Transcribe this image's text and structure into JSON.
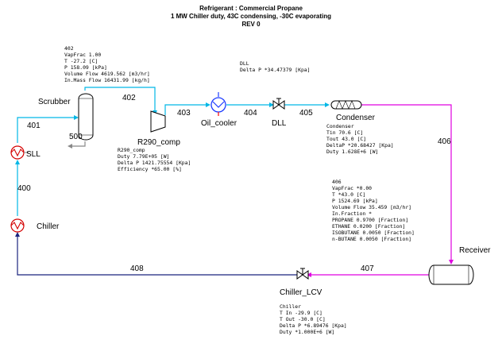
{
  "header": {
    "line1": "Refrigerant : Commercial Propane",
    "line2": "1 MW Chiller duty, 43C condensing, -30C evaporating",
    "line3": "REV 0"
  },
  "colors": {
    "stream_cyan": "#00b7e6",
    "stream_magenta": "#e000e0",
    "stream_navy": "#1a237e",
    "hx_red": "#d40000",
    "cooler_blue": "#1e3cff",
    "cooler_red": "#ff0000"
  },
  "units": {
    "scrubber": "Scrubber",
    "sll": "SLL",
    "chiller": "Chiller",
    "compressor": "R290_comp",
    "oil_cooler": "Oil_cooler",
    "dll": "DLL",
    "condenser": "Condenser",
    "receiver": "Receiver",
    "chiller_lcv": "Chiller_LCV"
  },
  "streams": {
    "s400": "400",
    "s401": "401",
    "s402": "402",
    "s403": "403",
    "s404": "404",
    "s405": "405",
    "s406": "406",
    "s407": "407",
    "s408": "408",
    "s500": "500"
  },
  "tables": {
    "t402": [
      "402",
      "VapFrac             1.00",
      "T                  -27.2  [C]",
      "P                 158.09  [kPa]",
      "Volume Flow    4619.562  [m3/hr]",
      "In.Mass Flow  16431.99  [kg/h]"
    ],
    "tdll": [
      "DLL",
      "Delta P *34.47379 [Kpa]"
    ],
    "tcomp": [
      "R290_comp",
      "Duty            7.79E+05  [W]",
      "Delta P    1421.75554  [Kpa]",
      "Efficiency       *65.00  [%]"
    ],
    "tcond": [
      "Condenser",
      "Tin           70.6  [C]",
      "Tout          43.0  [C]",
      "DeltaP *20.68427  [Kpa]",
      "Duty      1.628E+6  [W]"
    ],
    "t406": [
      "406",
      "VapFrac          *0.00",
      "T               *43.0  [C]",
      "P              1524.69  [kPa]",
      "Volume Flow    35.459  [m3/hr]",
      "In.Fraction          *",
      "  PROPANE      0.9700  [Fraction]",
      "  ETHANE       0.0200  [Fraction]",
      "  ISOBUTANE    0.0050  [Fraction]",
      "  n-BUTANE     0.0050  [Fraction]"
    ],
    "tchill": [
      "Chiller",
      "T In         -29.9  [C]",
      "T Out        -30.0  [C]",
      "Delta P  *6.89476  [Kpa]",
      "Duty    *1.000E+6  [W]"
    ]
  }
}
